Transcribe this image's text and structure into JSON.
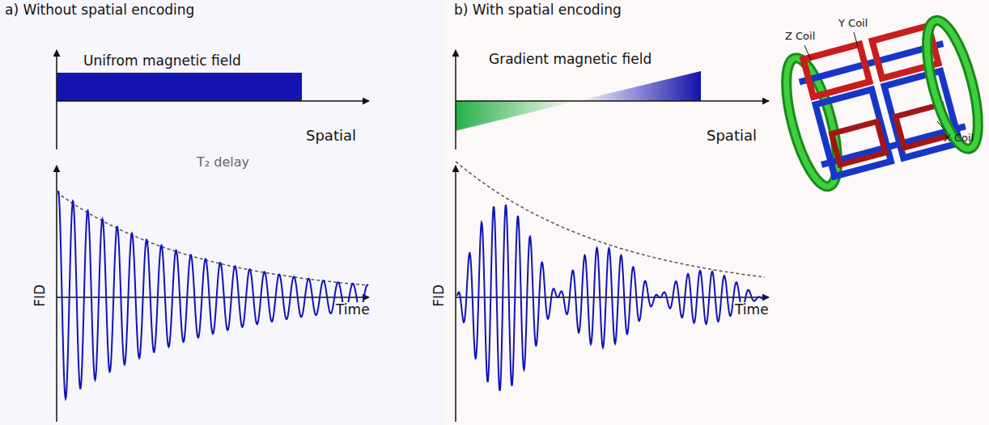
{
  "diagram": {
    "labels": [
      "a) Without spatial encoding",
      "Unifrom magnetic field",
      "Spatial",
      "FID",
      "Time",
      "T₂ delay",
      "b) With spatial encoding",
      "Gradient magnetic field",
      "Spatial",
      "FID",
      "Time",
      "Z Coil",
      "Y Coil",
      "X Coil"
    ]
  }
}
